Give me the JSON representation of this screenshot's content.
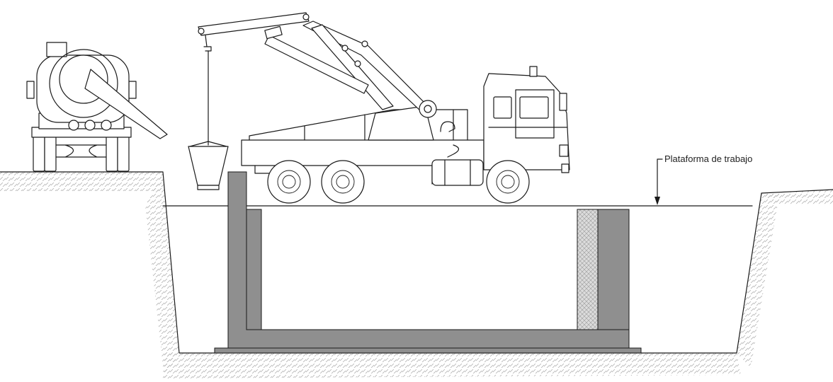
{
  "diagram": {
    "annotation_label": "Plataforma de trabajo",
    "colors": {
      "line": "#1a1a1a",
      "concrete": "#8f8f8f",
      "soil_hatch": "#b0b0b0",
      "insulation_fill": "#dcdcdc",
      "background": "#ffffff"
    },
    "icons": [
      "tanker-truck",
      "crane-truck",
      "concrete-bucket",
      "excavation-pit",
      "concrete-tank-section",
      "arrow-down-icon"
    ]
  }
}
